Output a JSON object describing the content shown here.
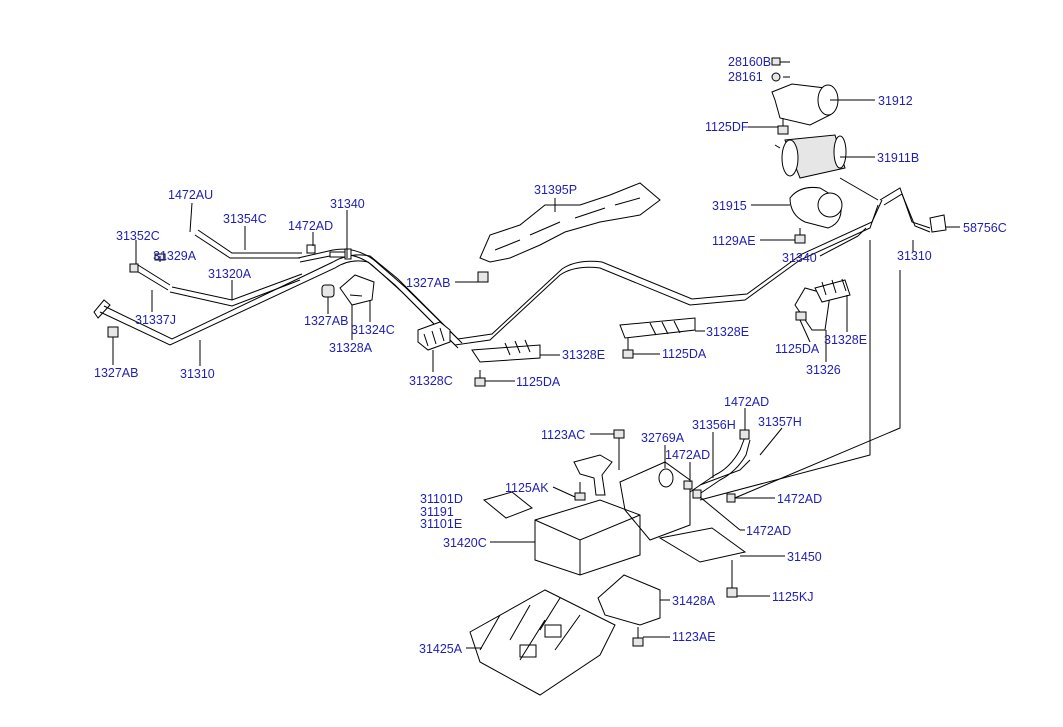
{
  "labels": {
    "l28160B": "28160B",
    "l28161": "28161",
    "l31912": "31912",
    "l1125DF": "1125DF",
    "l31911B": "31911B",
    "l31395P": "31395P",
    "l31915": "31915",
    "l58756C": "58756C",
    "l1129AE": "1129AE",
    "l31340b": "31340",
    "l31310b": "31310",
    "l1472AU": "1472AU",
    "l31354C": "31354C",
    "l1472ADa": "1472AD",
    "l31340a": "31340",
    "l31352C": "31352C",
    "l31329A": "31329A",
    "l31320A": "31320A",
    "l1327ABc": "1327AB",
    "l31337J": "31337J",
    "l1327ABb": "1327AB",
    "l31324C": "31324C",
    "l31328A": "31328A",
    "l1327ABa": "1327AB",
    "l31310a": "31310",
    "l31328Ea": "31328E",
    "l1125DAa": "1125DA",
    "l31328C": "31328C",
    "l31328Eb": "31328E",
    "l1125DAb": "1125DA",
    "l31328Ec": "31328E",
    "l1125DAc": "1125DA",
    "l31326": "31326",
    "l1472ADb": "1472AD",
    "l31357H": "31357H",
    "l1123AC": "1123AC",
    "l32769A": "32769A",
    "l31356H": "31356H",
    "l1472ADc": "1472AD",
    "l1125AK": "1125AK",
    "l1472ADd": "1472AD",
    "l31101D": "31101D",
    "l31191": "31191",
    "l31101E": "31101E",
    "l1472ADe": "1472AD",
    "l31420C": "31420C",
    "l31450": "31450",
    "l1125KJ": "1125KJ",
    "l31428A": "31428A",
    "l1123AE": "1123AE",
    "l31425A": "31425A"
  },
  "colors": {
    "label": "#1f1fb4",
    "line": "#000000",
    "background": "#ffffff"
  }
}
